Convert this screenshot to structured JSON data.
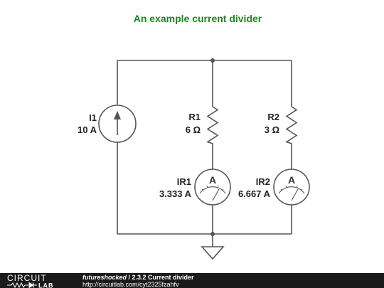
{
  "title": "An example current divider",
  "colors": {
    "title": "#1a8a1a",
    "wire": "#555555",
    "node": "#555555",
    "footer_bg": "#1a1a1a"
  },
  "components": {
    "i1": {
      "name": "I1",
      "value": "10 A",
      "type": "current-source"
    },
    "r1": {
      "name": "R1",
      "value": "6 Ω",
      "type": "resistor"
    },
    "r2": {
      "name": "R2",
      "value": "3 Ω",
      "type": "resistor"
    },
    "ir1": {
      "name": "IR1",
      "value": "3.333 A",
      "type": "ammeter",
      "symbol": "A"
    },
    "ir2": {
      "name": "IR2",
      "value": "6.667 A",
      "type": "ammeter",
      "symbol": "A"
    },
    "ground": {
      "type": "ground"
    }
  },
  "footer": {
    "logo_top": "CIRCUIT",
    "logo_bottom": "LAB",
    "author": "futureshocked",
    "separator": " / ",
    "doc_title": "2.3.2 Current divider",
    "url": "http://circuitlab.com/cyt2325fzahfv"
  }
}
